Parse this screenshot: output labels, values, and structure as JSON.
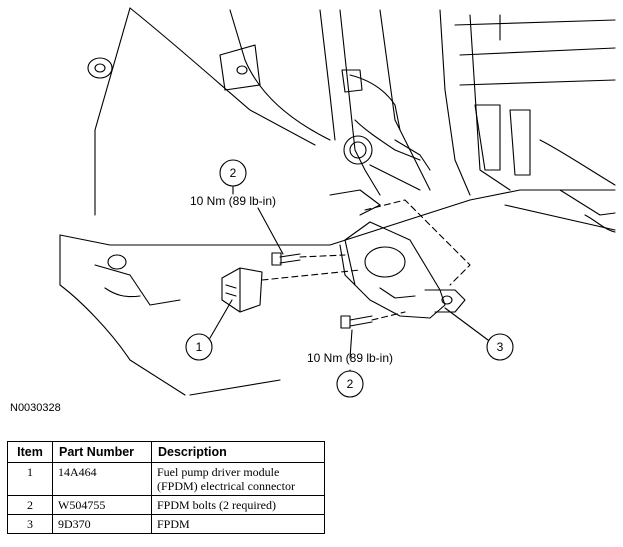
{
  "figure": {
    "figure_id": "N0030328",
    "callouts": [
      {
        "id": "callout-1",
        "number": "1"
      },
      {
        "id": "callout-2-top",
        "number": "2",
        "torque": "10 Nm (89 lb-in)"
      },
      {
        "id": "callout-2-bottom",
        "number": "2",
        "torque": "10 Nm (89 lb-in)"
      },
      {
        "id": "callout-3",
        "number": "3"
      }
    ]
  },
  "table": {
    "headers": {
      "item": "Item",
      "part_number": "Part Number",
      "description": "Description"
    },
    "rows": [
      {
        "item": "1",
        "part_number": "14A464",
        "description_lines": [
          "Fuel pump driver module",
          "(FPDM) electrical connector"
        ]
      },
      {
        "item": "2",
        "part_number": "W504755",
        "description_lines": [
          "FPDM bolts (2 required)"
        ]
      },
      {
        "item": "3",
        "part_number": "9D370",
        "description_lines": [
          "FPDM"
        ]
      }
    ]
  }
}
